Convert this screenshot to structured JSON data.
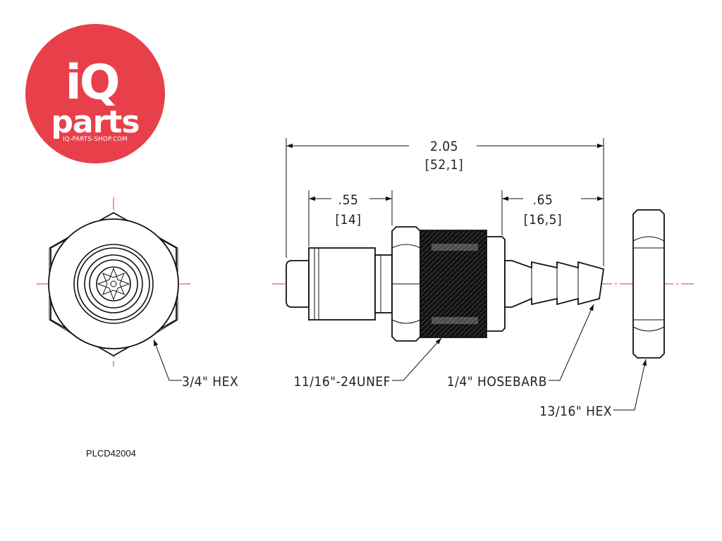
{
  "logo": {
    "line1": "iQ",
    "line2": "parts",
    "url": "IQ-PARTS-SHOP.COM",
    "color": "#e8404a"
  },
  "dimensions": {
    "overall_in": "2.05",
    "overall_mm": "[52,1]",
    "left_in": ".55",
    "left_mm": "[14]",
    "right_in": ".65",
    "right_mm": "[16,5]"
  },
  "callouts": {
    "hex_left": "3/4\" HEX",
    "thread": "11/16\"-24UNEF",
    "hosebarb": "1/4\" HOSEBARB",
    "hex_right": "13/16\" HEX"
  },
  "part_code": "PLCD42004",
  "colors": {
    "centerline": "#d9342b",
    "line": "#111111"
  }
}
